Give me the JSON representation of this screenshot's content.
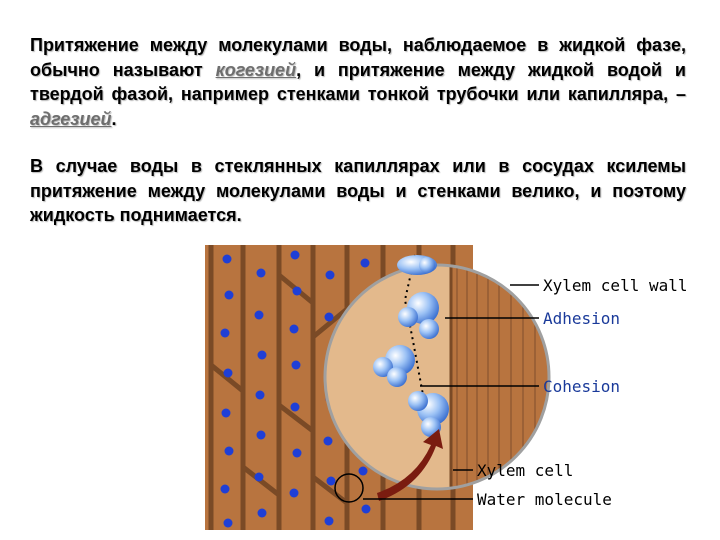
{
  "paragraph1": {
    "text_before": "Притяжение между молекулами воды, наблюдаемое в жидкой фазе, обычно называют ",
    "term1": "когезией",
    "text_middle": ", и притяжение между жидкой водой и твердой фазой, например стенками тонкой трубочки или капилляра, – ",
    "term2": "адгезией",
    "text_after": "."
  },
  "paragraph2": {
    "text": "В случае воды в стеклянных капиллярах или в сосудах ксилемы притяжение между молекулами воды и стенками велико, и поэтому жидкость поднимается."
  },
  "figure": {
    "labels": {
      "xylem_cell_wall": "Xylem cell wall",
      "adhesion": "Adhesion",
      "cohesion": "Cohesion",
      "xylem_cell": "Xylem cell",
      "water_molecule": "Water molecule"
    },
    "colors": {
      "wood": "#b8743f",
      "wood_dark": "#7a4a26",
      "water_dot": "#1f3fd6",
      "molecule": "#8fb6f0",
      "highlight_label": "#1a3a9a",
      "arrow": "#7a1c10",
      "magnifier_bg": "#e3b98c"
    }
  }
}
